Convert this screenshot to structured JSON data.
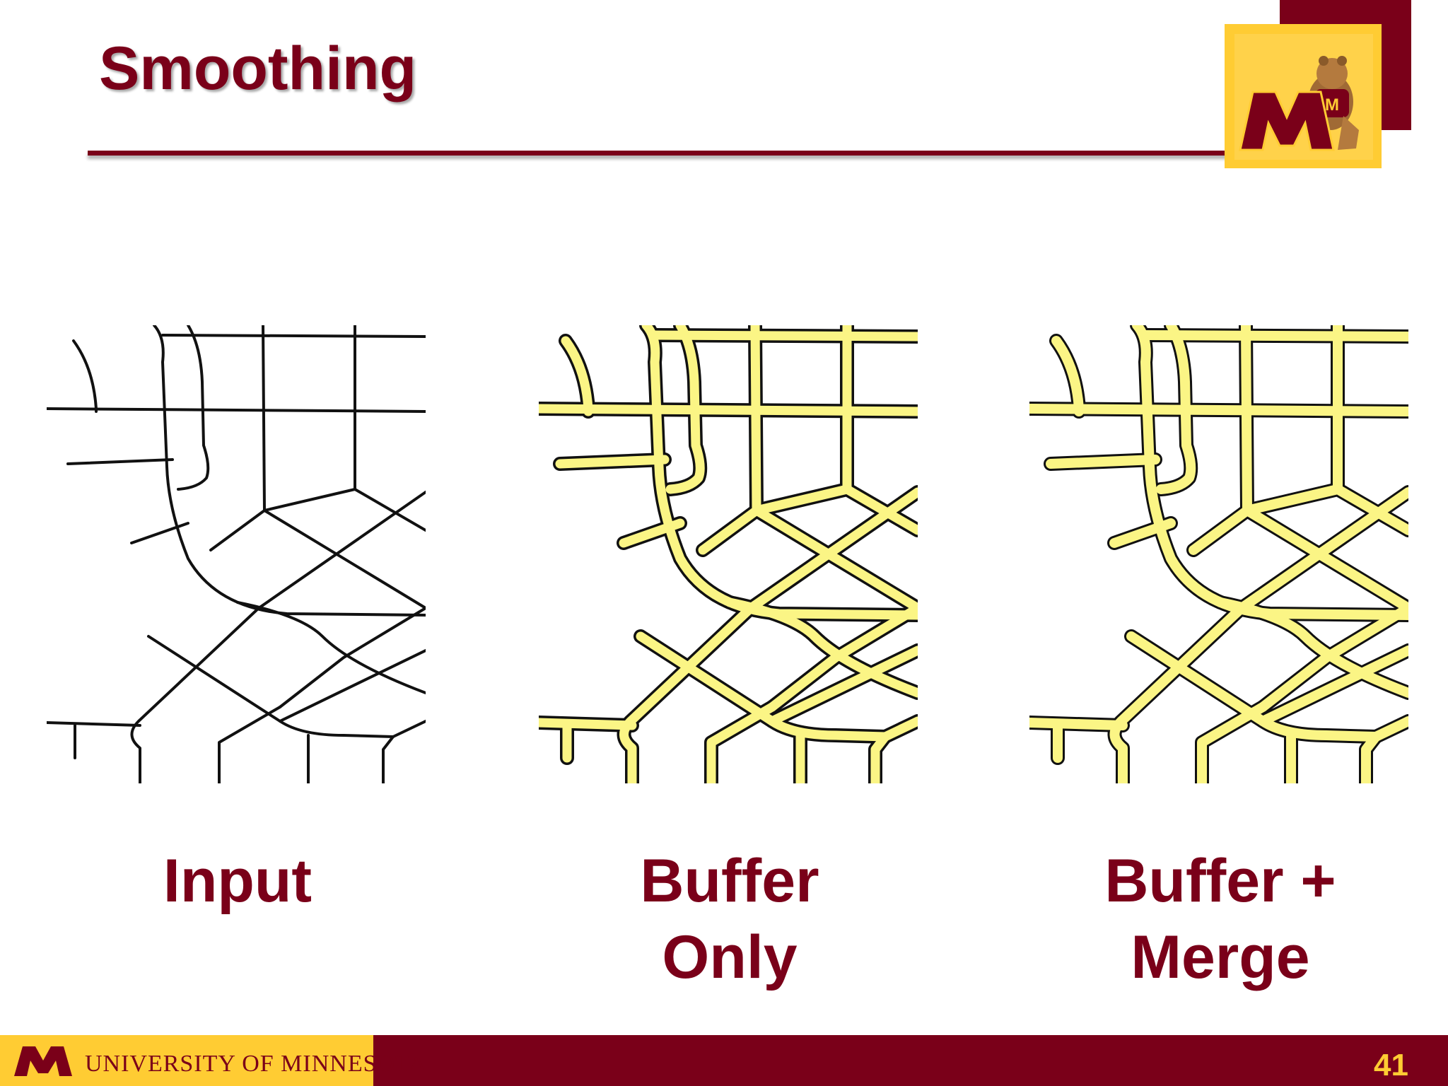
{
  "slide": {
    "title": "Smoothing",
    "page_number": "41"
  },
  "panels": [
    {
      "caption_line1": "Input",
      "caption_line2": ""
    },
    {
      "caption_line1": "Buffer",
      "caption_line2": "Only"
    },
    {
      "caption_line1": "Buffer +",
      "caption_line2": "Merge"
    }
  ],
  "footer": {
    "university": "UNIVERSITY OF MINNESOTA"
  },
  "colors": {
    "maroon": "#7a0019",
    "gold": "#ffcc33",
    "road_fill": "#fbf585",
    "road_outline": "#111111"
  },
  "icons": {
    "logo": "goldy-gopher-m-logo-icon",
    "footer_mark": "block-m-icon"
  }
}
